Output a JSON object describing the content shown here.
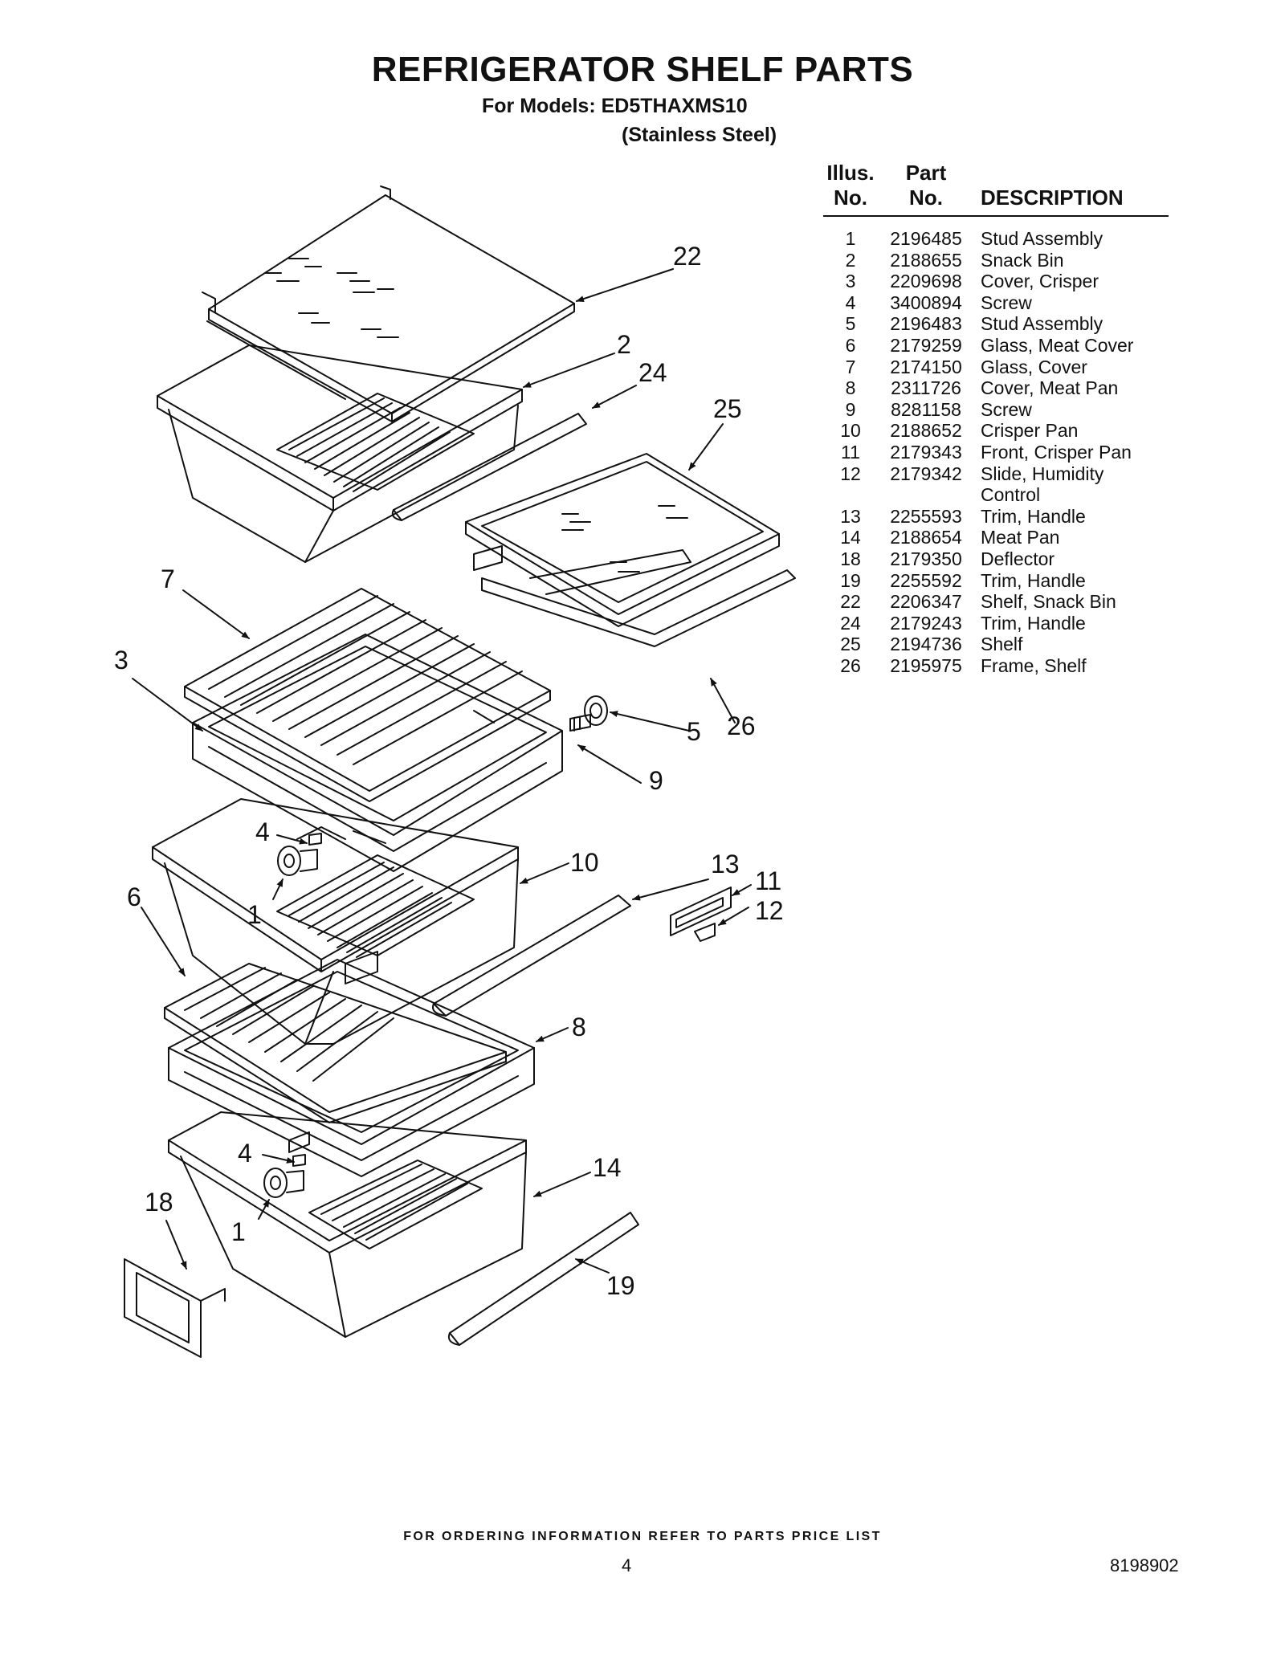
{
  "header": {
    "title": "REFRIGERATOR SHELF PARTS",
    "models": "For Models: ED5THAXMS10",
    "variant": "(Stainless Steel)"
  },
  "table": {
    "headers": [
      {
        "line1": "Illus.",
        "line2": "No."
      },
      {
        "line1": "Part",
        "line2": "No."
      },
      {
        "line1": "",
        "line2": "DESCRIPTION"
      }
    ],
    "rows": [
      {
        "illus": "1",
        "part": "2196485",
        "desc": "Stud Assembly"
      },
      {
        "illus": "2",
        "part": "2188655",
        "desc": "Snack Bin"
      },
      {
        "illus": "3",
        "part": "2209698",
        "desc": "Cover, Crisper"
      },
      {
        "illus": "4",
        "part": "3400894",
        "desc": "Screw"
      },
      {
        "illus": "5",
        "part": "2196483",
        "desc": "Stud Assembly"
      },
      {
        "illus": "6",
        "part": "2179259",
        "desc": "Glass, Meat Cover"
      },
      {
        "illus": "7",
        "part": "2174150",
        "desc": "Glass, Cover"
      },
      {
        "illus": "8",
        "part": "2311726",
        "desc": "Cover, Meat Pan"
      },
      {
        "illus": "9",
        "part": "8281158",
        "desc": "Screw"
      },
      {
        "illus": "10",
        "part": "2188652",
        "desc": "Crisper Pan"
      },
      {
        "illus": "11",
        "part": "2179343",
        "desc": "Front, Crisper Pan"
      },
      {
        "illus": "12",
        "part": "2179342",
        "desc": "Slide, Humidity",
        "desc2": "Control"
      },
      {
        "illus": "13",
        "part": "2255593",
        "desc": "Trim, Handle"
      },
      {
        "illus": "14",
        "part": "2188654",
        "desc": "Meat Pan"
      },
      {
        "illus": "18",
        "part": "2179350",
        "desc": "Deflector"
      },
      {
        "illus": "19",
        "part": "2255592",
        "desc": "Trim, Handle"
      },
      {
        "illus": "22",
        "part": "2206347",
        "desc": "Shelf, Snack Bin"
      },
      {
        "illus": "24",
        "part": "2179243",
        "desc": "Trim, Handle"
      },
      {
        "illus": "25",
        "part": "2194736",
        "desc": "Shelf"
      },
      {
        "illus": "26",
        "part": "2195975",
        "desc": "Frame, Shelf"
      }
    ]
  },
  "callouts": {
    "c22": "22",
    "c2": "2",
    "c24": "24",
    "c25": "25",
    "c7": "7",
    "c3": "3",
    "c5": "5",
    "c26": "26",
    "c9": "9",
    "c4a": "4",
    "c10": "10",
    "c13": "13",
    "c11": "11",
    "c12": "12",
    "c6": "6",
    "c1a": "1",
    "c8": "8",
    "c4b": "4",
    "c14": "14",
    "c18": "18",
    "c1b": "1",
    "c19": "19"
  },
  "footer": {
    "note": "FOR ORDERING INFORMATION REFER TO PARTS PRICE LIST",
    "page": "4",
    "doc": "8198902"
  }
}
